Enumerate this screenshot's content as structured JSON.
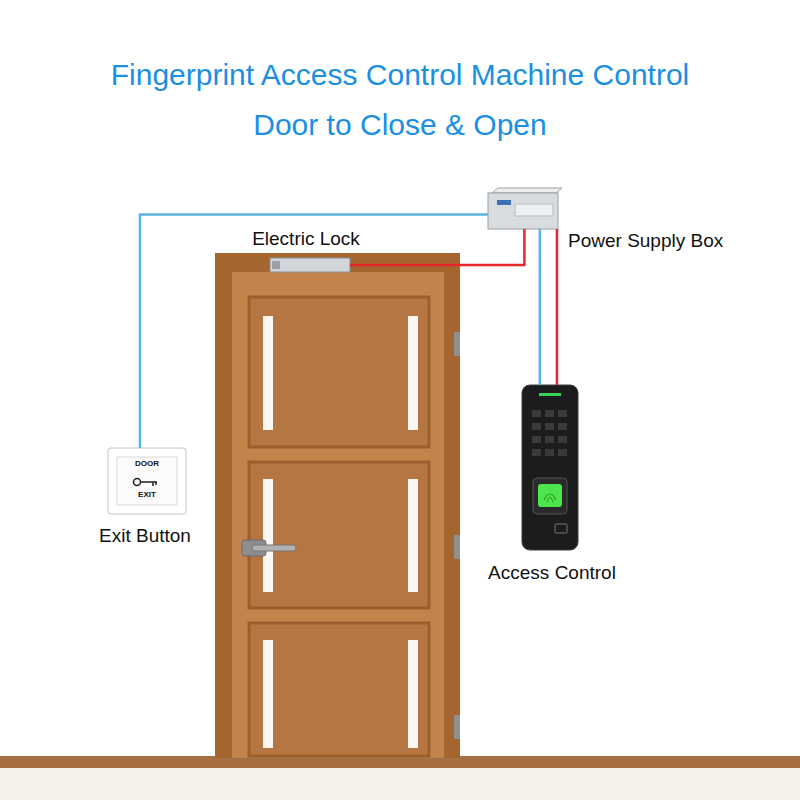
{
  "diagram": {
    "title": "Fingerprint Access Control Machine Control Door to Close & Open",
    "nodes": [
      {
        "text": [
          "Power Supply Box"
        ]
      },
      {
        "text": [
          "Electric Lock"
        ]
      },
      {
        "text": [
          "DOOR",
          "EXIT",
          "Exit Button"
        ]
      },
      {
        "text": [
          "Access Control"
        ]
      }
    ],
    "edges": [
      {
        "from": 0,
        "to": 1,
        "arrow": "none"
      },
      {
        "from": 0,
        "to": 2,
        "arrow": "none"
      },
      {
        "from": 0,
        "to": 3,
        "arrow": "none"
      },
      {
        "from": 0,
        "to": 3,
        "arrow": "none"
      }
    ]
  }
}
